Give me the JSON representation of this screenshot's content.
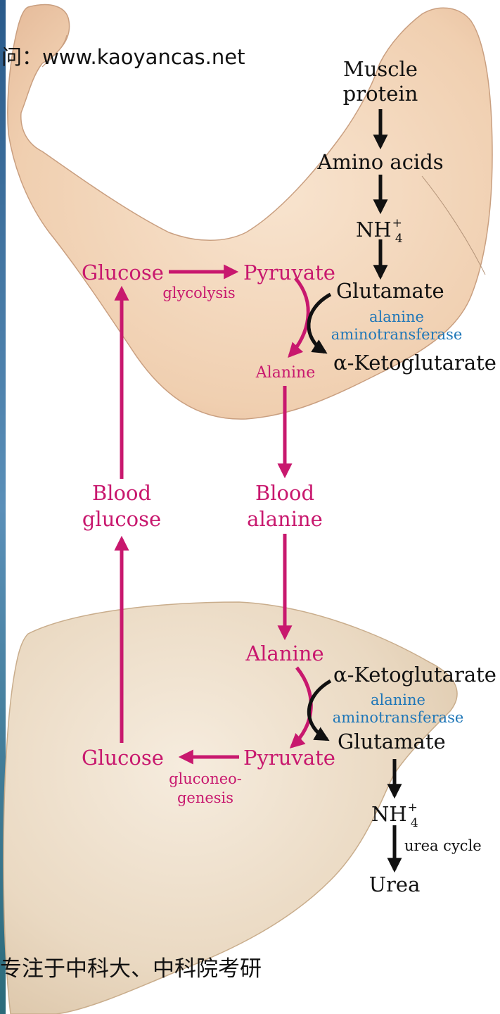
{
  "colors": {
    "magenta": "#c8186e",
    "black": "#111111",
    "blue": "#1f77b8",
    "skin": "#f2d2b4",
    "liver": "#e9d8c0"
  },
  "watermark": {
    "top": "问：www.kaoyancas.net",
    "bottom": "专注于中科大、中科院考研"
  },
  "muscle": {
    "muscle_protein_l1": "Muscle",
    "muscle_protein_l2": "protein",
    "amino_acids": "Amino acids",
    "nh4_base": "NH",
    "nh4_sup": "+",
    "nh4_sub": "4",
    "glucose": "Glucose",
    "glycolysis": "glycolysis",
    "pyruvate": "Pyruvate",
    "glutamate": "Glutamate",
    "enzyme_l1": "alanine",
    "enzyme_l2": "aminotransferase",
    "alanine": "Alanine",
    "ketoglutarate": "α-Ketoglutarate"
  },
  "blood": {
    "glucose_l1": "Blood",
    "glucose_l2": "glucose",
    "alanine_l1": "Blood",
    "alanine_l2": "alanine"
  },
  "liver": {
    "alanine": "Alanine",
    "ketoglutarate": "α-Ketoglutarate",
    "enzyme_l1": "alanine",
    "enzyme_l2": "aminotransferase",
    "glutamate": "Glutamate",
    "glucose": "Glucose",
    "pyruvate": "Pyruvate",
    "gluconeo_l1": "gluconeo-",
    "gluconeo_l2": "genesis",
    "nh4_base": "NH",
    "nh4_sup": "+",
    "nh4_sub": "4",
    "urea_cycle": "urea cycle",
    "urea": "Urea"
  }
}
